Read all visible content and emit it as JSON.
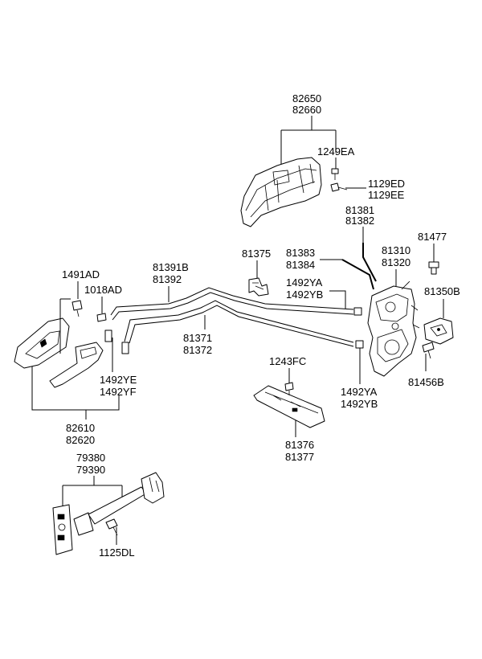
{
  "labels": {
    "p82650": "82650",
    "p82660": "82660",
    "p1249EA": "1249EA",
    "p1129ED": "1129ED",
    "p1129EE": "1129EE",
    "p81381": "81381",
    "p81382": "81382",
    "p81477": "81477",
    "p81375": "81375",
    "p81383": "81383",
    "p81384": "81384",
    "p81310": "81310",
    "p81320": "81320",
    "p81391B": "81391B",
    "p81392": "81392",
    "p1491AD": "1491AD",
    "p1018AD": "1018AD",
    "p1492YA_top": "1492YA",
    "p1492YB_top": "1492YB",
    "p81350B": "81350B",
    "p81371": "81371",
    "p81372": "81372",
    "p1243FC": "1243FC",
    "p81456B": "81456B",
    "p1492YE": "1492YE",
    "p1492YF": "1492YF",
    "p1492YA_bot": "1492YA",
    "p1492YB_bot": "1492YB",
    "p82610": "82610",
    "p82620": "82620",
    "p81376": "81376",
    "p81377": "81377",
    "p79380": "79380",
    "p79390": "79390",
    "p1125DL": "1125DL"
  }
}
